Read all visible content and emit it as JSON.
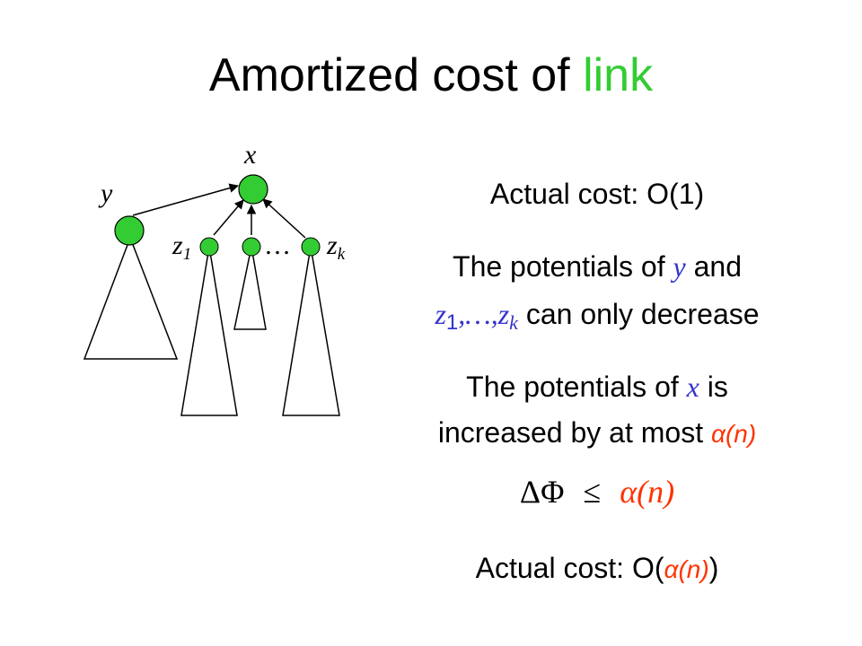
{
  "title": {
    "prefix": "Amortized cost of ",
    "accent": "link"
  },
  "colors": {
    "accent": "#33cc33",
    "node_fill": "#33cc33",
    "var_blue": "#3333cc",
    "alpha_red": "#ff3300"
  },
  "diagram": {
    "root_label": "x",
    "left_label": "y",
    "z1_label": "z",
    "z1_sub": "1",
    "zk_label": "z",
    "zk_sub": "k",
    "dots": "…"
  },
  "lines": {
    "actual_cost": "Actual cost: O(1)",
    "pot_yz_a": "The potentials of ",
    "pot_yz_y": "y",
    "pot_yz_b": " and",
    "pot_yz_z1": "z",
    "pot_yz_z1sub": "1",
    "pot_yz_sep": ",…,",
    "pot_yz_zk": "z",
    "pot_yz_zksub": "k",
    "pot_yz_c": " can only decrease",
    "pot_x_a": "The potentials of ",
    "pot_x_x": "x",
    "pot_x_b": " is",
    "pot_x_c": "increased by at most ",
    "pot_x_alpha": "α(n)",
    "delta_phi": "ΔΦ",
    "leq": "≤",
    "delta_alpha": "α(n)",
    "final_a": "Actual cost: O(",
    "final_alpha": "α(n)",
    "final_b": ")"
  }
}
